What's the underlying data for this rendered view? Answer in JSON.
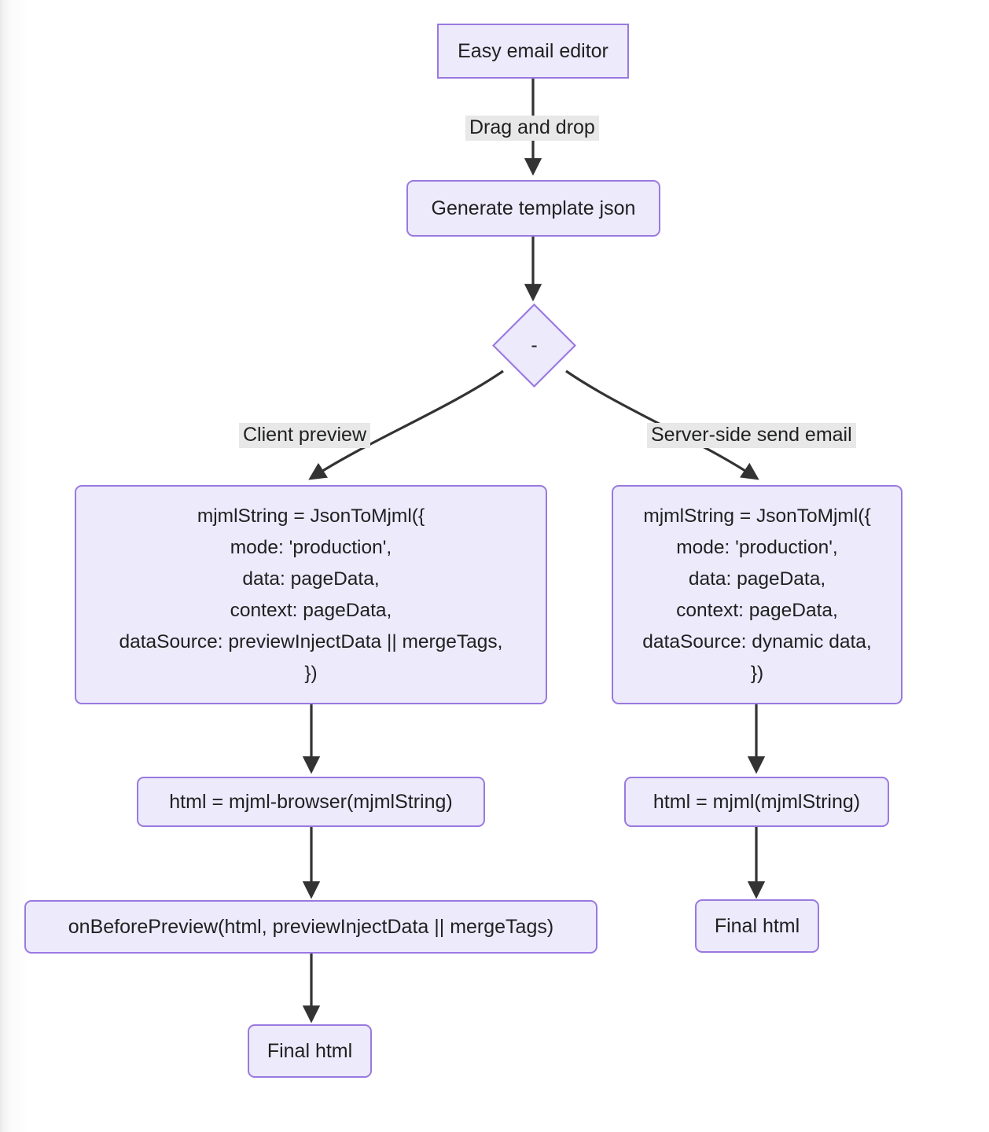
{
  "diagram": {
    "type": "flowchart",
    "direction": "top-down",
    "theme": {
      "node_fill": "#ECEAFB",
      "node_stroke": "#9A79E0",
      "edge_color": "#333333",
      "edge_label_background": "#E8E8E8",
      "text_color": "#1F2020",
      "page_background": "#FFFFFF"
    },
    "nodes": [
      {
        "id": "editor",
        "label": "Easy email editor",
        "shape": "rectangle"
      },
      {
        "id": "template",
        "label": "Generate template json",
        "shape": "rounded-rectangle"
      },
      {
        "id": "decision",
        "label": "-",
        "shape": "diamond"
      },
      {
        "id": "client-mjml",
        "label": "mjmlString = JsonToMjml({\nmode: 'production',\ndata: pageData,\ncontext: pageData,\ndataSource: previewInjectData || mergeTags,\n})",
        "shape": "rounded-rectangle"
      },
      {
        "id": "server-mjml",
        "label": "mjmlString = JsonToMjml({\nmode: 'production',\ndata: pageData,\ncontext: pageData,\ndataSource: dynamic data,\n})",
        "shape": "rounded-rectangle"
      },
      {
        "id": "client-html",
        "label": "html = mjml-browser(mjmlString)",
        "shape": "rounded-rectangle"
      },
      {
        "id": "server-html",
        "label": "html = mjml(mjmlString)",
        "shape": "rounded-rectangle"
      },
      {
        "id": "on-before-preview",
        "label": "onBeforePreview(html, previewInjectData || mergeTags)",
        "shape": "rounded-rectangle"
      },
      {
        "id": "client-final",
        "label": "Final html",
        "shape": "rounded-rectangle"
      },
      {
        "id": "server-final",
        "label": "Final html",
        "shape": "rounded-rectangle"
      }
    ],
    "edges": [
      {
        "from": "editor",
        "to": "template",
        "label": "Drag and drop"
      },
      {
        "from": "template",
        "to": "decision",
        "label": ""
      },
      {
        "from": "decision",
        "to": "client-mjml",
        "label": "Client preview"
      },
      {
        "from": "decision",
        "to": "server-mjml",
        "label": "Server-side send email"
      },
      {
        "from": "client-mjml",
        "to": "client-html",
        "label": ""
      },
      {
        "from": "client-html",
        "to": "on-before-preview",
        "label": ""
      },
      {
        "from": "on-before-preview",
        "to": "client-final",
        "label": ""
      },
      {
        "from": "server-mjml",
        "to": "server-html",
        "label": ""
      },
      {
        "from": "server-html",
        "to": "server-final",
        "label": ""
      }
    ]
  }
}
